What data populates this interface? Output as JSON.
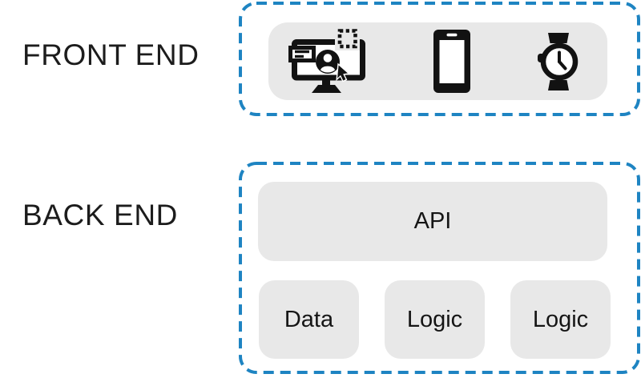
{
  "colors": {
    "dashed_border": "#1e84c2",
    "box_fill": "#e8e8e8",
    "icon": "#121212",
    "label_text": "#1c1c1c"
  },
  "front_end": {
    "label": "FRONT END",
    "devices": [
      {
        "icon": "web-design-icon"
      },
      {
        "icon": "smartphone-icon"
      },
      {
        "icon": "smartwatch-icon"
      }
    ]
  },
  "back_end": {
    "label": "BACK END",
    "api_label": "API",
    "services": [
      "Data",
      "Logic",
      "Logic"
    ]
  }
}
